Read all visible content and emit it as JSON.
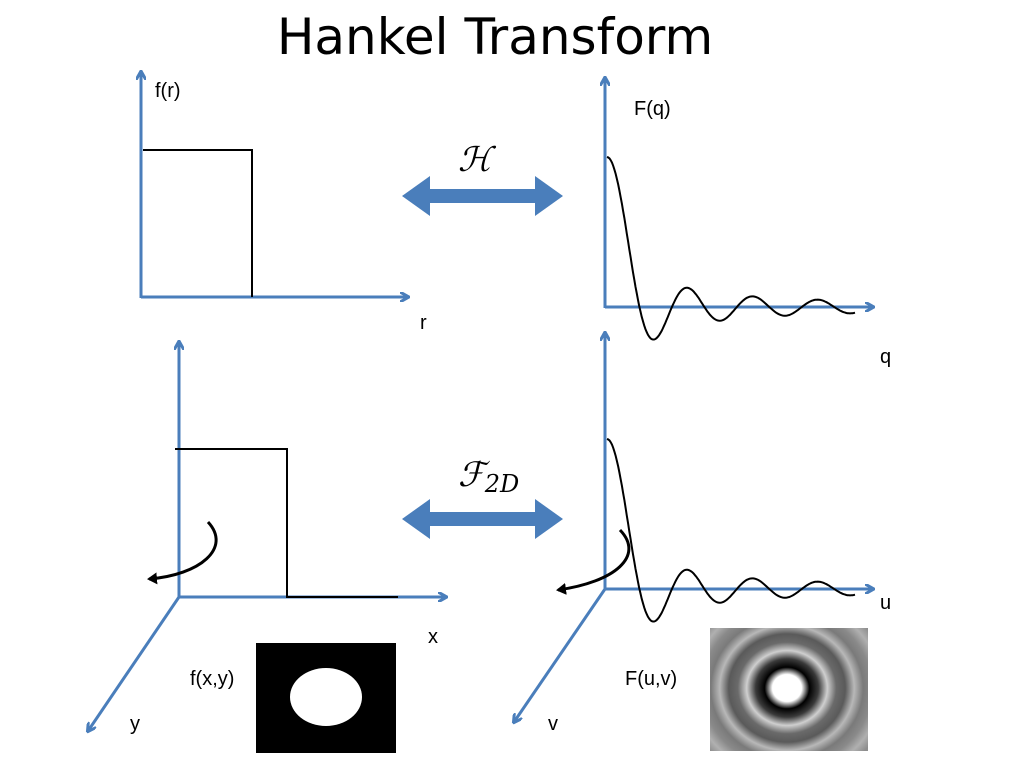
{
  "title": "Hankel Transform",
  "colors": {
    "axis": "#4a7ebb",
    "curve": "#000000"
  },
  "labels": {
    "f_r": "f(r)",
    "r": "r",
    "F_q": "F(q)",
    "q": "q",
    "x": "x",
    "y": "y",
    "f_xy": "f(x,y)",
    "u": "u",
    "v": "v",
    "F_uv": "F(u,v)"
  },
  "operators": {
    "hankel": "ℋ",
    "fourier_main": "ℱ",
    "fourier_sub": "2D"
  },
  "icons": [
    "double-arrow-icon",
    "rotation-arrow-icon"
  ]
}
